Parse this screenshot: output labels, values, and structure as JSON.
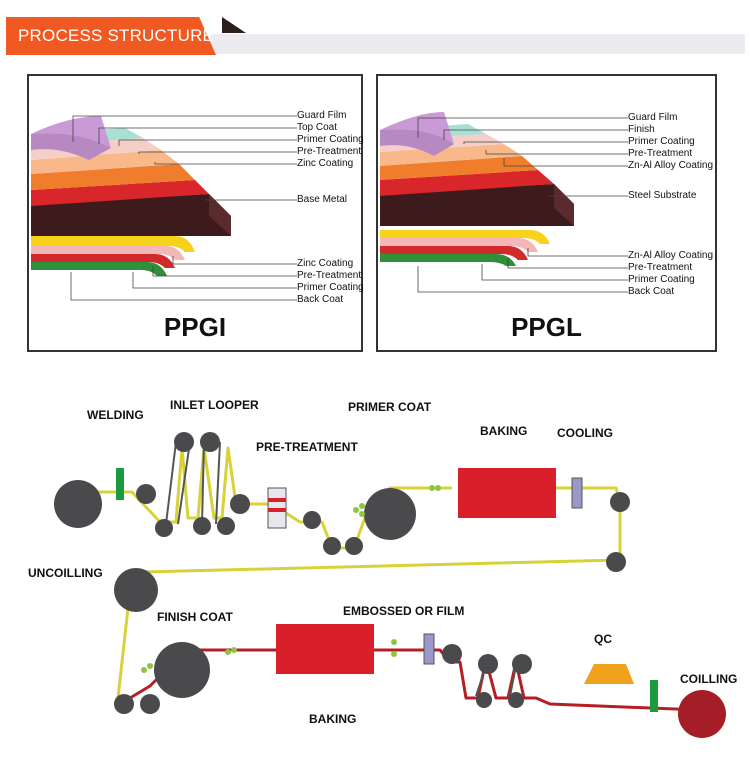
{
  "banner": {
    "title": "PROCESS STRUCTURE"
  },
  "ppgi": {
    "title": "PPGI",
    "top_labels": [
      "Guard Film",
      "Top Coat",
      "Primer Coating",
      "Pre-Treatment",
      "Zinc Coating"
    ],
    "base_label": "Base Metal",
    "bottom_labels": [
      "Zinc Coating",
      "Pre-Treatment",
      "Primer Coating",
      "Back Coat"
    ]
  },
  "ppgl": {
    "title": "PPGL",
    "top_labels": [
      "Guard Film",
      "Finish",
      "Primer Coating",
      "Pre-Treatment",
      "Zn-Al Alloy Coating"
    ],
    "base_label": "Steel Substrate",
    "bottom_labels": [
      "Zn-Al Alloy Coating",
      "Pre-Treatment",
      "Primer Coating",
      "Back Coat"
    ]
  },
  "process": {
    "welding": "WELDING",
    "inlet_looper": "INLET LOOPER",
    "primer_coat": "PRIMER COAT",
    "pre_treatment": "PRE-TREATMENT",
    "baking_top": "BAKING",
    "cooling": "COOLING",
    "uncoilling": "UNCOILLING",
    "finish_coat": "FINISH COAT",
    "embossed_or_film": "EMBOSSED OR FILM",
    "qc": "QC",
    "coilling": "COILLING",
    "baking_bottom": "BAKING"
  },
  "colors": {
    "accent": "#f05a22",
    "strip_yellow": "#d7d23a",
    "strip_red": "#b51f24",
    "oven": "#d9202a",
    "roller": "#4a4a4d",
    "clamp": "#1d9a3e"
  }
}
